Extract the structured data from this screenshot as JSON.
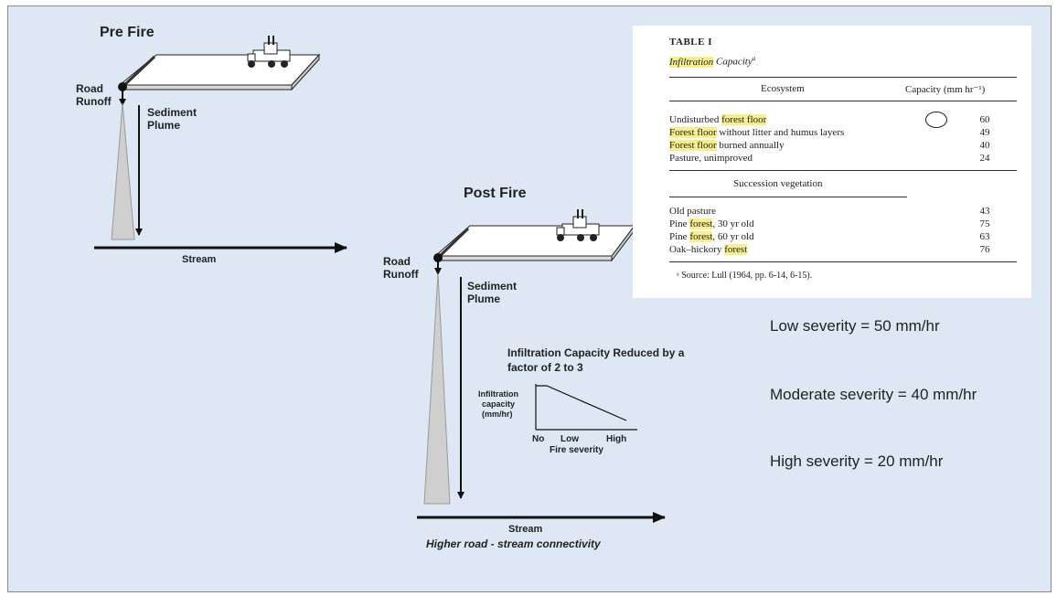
{
  "pre_fire": {
    "title": "Pre Fire",
    "road_runoff": [
      "Road",
      "Runoff"
    ],
    "sediment_plume": [
      "Sediment",
      "Plume"
    ],
    "stream": "Stream"
  },
  "post_fire": {
    "title": "Post Fire",
    "road_runoff": [
      "Road",
      "Runoff"
    ],
    "sediment_plume": [
      "Sediment",
      "Plume"
    ],
    "stream": "Stream",
    "caption": "Higher road - stream connectivity",
    "reduction": [
      "Infiltration Capacity Reduced by a",
      "factor of 2 to 3"
    ],
    "mini_chart": {
      "ylabel": [
        "Infiltration",
        "capacity",
        "(mm/hr)"
      ],
      "ticks": [
        "No",
        "Low",
        "High"
      ],
      "xlabel": "Fire severity"
    }
  },
  "table": {
    "title": "TABLE I",
    "subtitle_highlight": "Infiltration",
    "subtitle_rest": " Capacity",
    "subtitle_mark": "a",
    "col_ecosystem": "Ecosystem",
    "col_capacity": "Capacity (mm hr⁻¹)",
    "section": "Succession vegetation",
    "footnote": "ᵃ Source: Lull (1964, pp. 6-14, 6-15).",
    "rows": [
      {
        "parts": [
          "Undisturbed ",
          "forest floor",
          ""
        ],
        "value": "60"
      },
      {
        "parts": [
          "",
          "Forest floor",
          " without litter and humus layers"
        ],
        "value": "49"
      },
      {
        "parts": [
          "",
          "Forest floor",
          " burned annually"
        ],
        "value": "40"
      },
      {
        "parts": [
          "Pasture, unimproved",
          "",
          ""
        ],
        "value": "24"
      },
      {
        "parts": [
          "Old pasture",
          "",
          ""
        ],
        "value": "43"
      },
      {
        "parts": [
          "Pine ",
          "forest",
          ", 30 yr old"
        ],
        "value": "75"
      },
      {
        "parts": [
          "Pine ",
          "forest",
          ", 60 yr old"
        ],
        "value": "63"
      },
      {
        "parts": [
          "Oak–hickory ",
          "forest",
          ""
        ],
        "value": "76"
      }
    ]
  },
  "severity": {
    "low": "Low severity = 50 mm/hr",
    "moderate": "Moderate severity = 40 mm/hr",
    "high": "High severity = 20 mm/hr"
  },
  "colors": {
    "background": "#dde8f4",
    "highlight": "#f7f08a",
    "plume": "#cfcfcf"
  }
}
